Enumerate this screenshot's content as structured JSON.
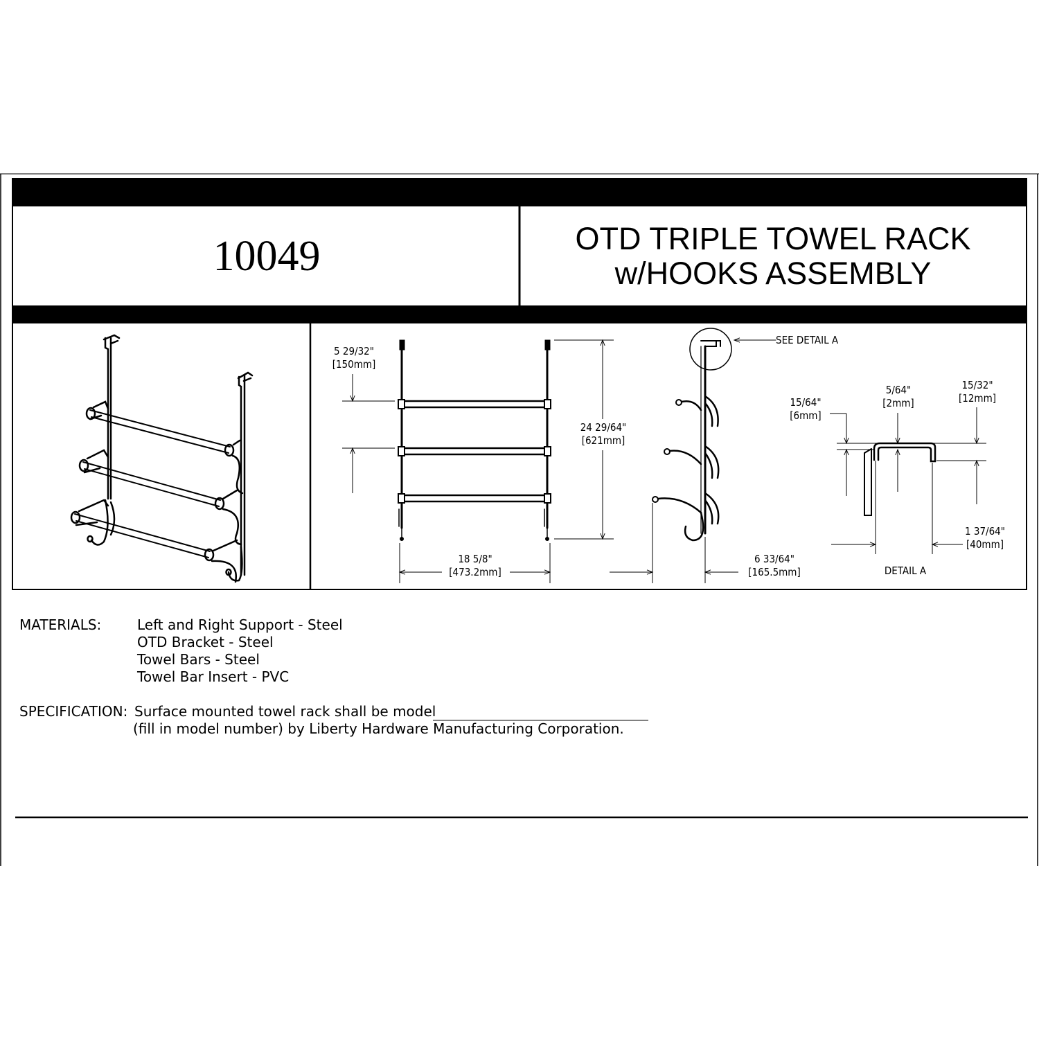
{
  "title_block": {
    "model_number": "10049",
    "title_line1": "OTD TRIPLE TOWEL RACK",
    "title_line2": "w/HOOKS ASSEMBLY"
  },
  "dimensions": {
    "top_offset": {
      "imperial": "5 29/32\"",
      "metric": "[150mm]"
    },
    "height": {
      "imperial": "24 29/64\"",
      "metric": "[621mm]"
    },
    "width": {
      "imperial": "18 5/8\"",
      "metric": "[473.2mm]"
    },
    "depth": {
      "imperial": "6 33/64\"",
      "metric": "[165.5mm]"
    },
    "see_detail": "SEE DETAIL  A",
    "bracket_thickness": {
      "imperial": "15/64\"",
      "metric": "[6mm]"
    },
    "bracket_gap": {
      "imperial": "5/64\"",
      "metric": "[2mm]"
    },
    "bracket_lip": {
      "imperial": "15/32\"",
      "metric": "[12mm]"
    },
    "bracket_width": {
      "imperial": "1 37/64\"",
      "metric": "[40mm]"
    },
    "detail_label": "DETAIL A"
  },
  "materials": {
    "label": "MATERIALS:",
    "items": [
      "Left and Right Support - Steel",
      "OTD Bracket - Steel",
      "Towel Bars - Steel",
      "Towel Bar Insert - PVC"
    ]
  },
  "specification": {
    "label": "SPECIFICATION:",
    "line1": "Surface mounted towel rack shall be model",
    "line2": "(fill in model number) by Liberty Hardware Manufacturing Corporation."
  }
}
